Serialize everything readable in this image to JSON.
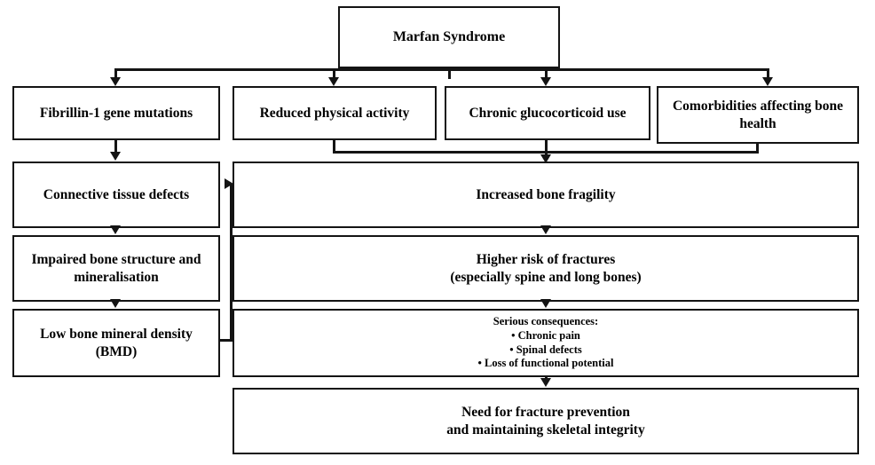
{
  "diagram": {
    "title": "Marfan Syndrome bone fragility pathway flowchart",
    "colors": {
      "stroke": "#141414",
      "fill": "#ffffff",
      "text": "#000000"
    },
    "nodes": {
      "root": "Marfan Syndrome",
      "factor_genetic": "Fibrillin-1 gene mutations",
      "factor_activity": "Reduced physical activity",
      "factor_steroid": "Chronic glucocorticoid use",
      "factor_comorbid": "Comorbidities affecting bone health",
      "left_1": "Connective tissue defects",
      "left_2": "Impaired bone structure and mineralisation",
      "left_3": "Low bone mineral density (BMD)",
      "right_1": "Increased bone fragility",
      "right_2_line1": "Higher risk of fractures",
      "right_2_line2": "(especially spine and long bones)",
      "right_3_heading": "Serious consequences:",
      "right_3_bullets": [
        "• Chronic pain",
        "• Spinal defects",
        "• Loss of functional potential"
      ],
      "right_4_line1": "Need for fracture prevention",
      "right_4_line2": "and maintaining skeletal integrity"
    }
  }
}
